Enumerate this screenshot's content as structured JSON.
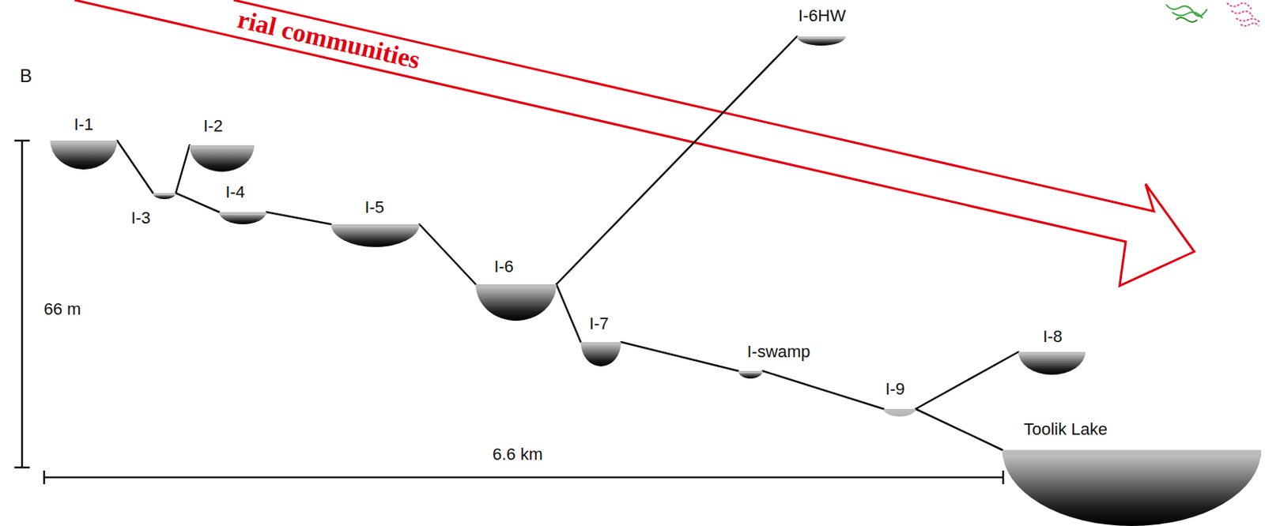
{
  "diagram": {
    "nodes": [
      {
        "text": [
          "I-1"
        ]
      },
      {
        "text": [
          "I-2"
        ]
      },
      {
        "text": [
          "I-3"
        ]
      },
      {
        "text": [
          "I-4"
        ]
      },
      {
        "text": [
          "I-5"
        ]
      },
      {
        "text": [
          "I-6"
        ]
      },
      {
        "text": [
          "I-6HW"
        ]
      },
      {
        "text": [
          "I-7"
        ]
      },
      {
        "text": [
          "I-swamp"
        ]
      },
      {
        "text": [
          "I-9"
        ]
      },
      {
        "text": [
          "I-8"
        ]
      },
      {
        "text": [
          "Toolik Lake"
        ]
      }
    ],
    "edges": [
      {
        "from": 0,
        "to": 2,
        "arrow": "none"
      },
      {
        "from": 1,
        "to": 2,
        "arrow": "none"
      },
      {
        "from": 2,
        "to": 3,
        "arrow": "none"
      },
      {
        "from": 3,
        "to": 4,
        "arrow": "none"
      },
      {
        "from": 4,
        "to": 5,
        "arrow": "none"
      },
      {
        "from": 5,
        "to": 6,
        "arrow": "none"
      },
      {
        "from": 5,
        "to": 7,
        "arrow": "none"
      },
      {
        "from": 7,
        "to": 8,
        "arrow": "none"
      },
      {
        "from": 8,
        "to": 9,
        "arrow": "none"
      },
      {
        "from": 9,
        "to": 10,
        "arrow": "none"
      },
      {
        "from": 9,
        "to": 11,
        "arrow": "none"
      }
    ],
    "labels": [
      "rial communities",
      "B",
      "66 m",
      "6.6 km"
    ]
  }
}
